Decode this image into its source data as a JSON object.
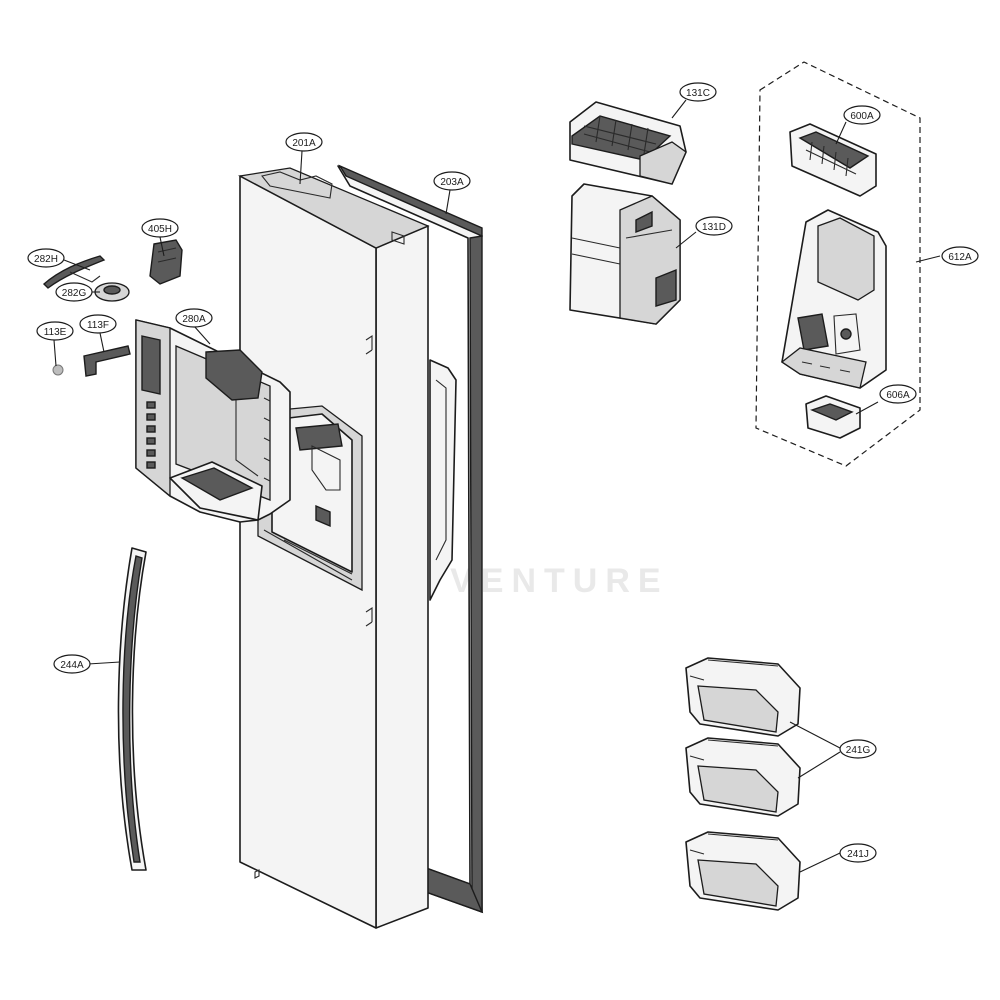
{
  "diagram": {
    "watermark": "SEA VENTURE",
    "labels": [
      {
        "id": "201A",
        "text": "201A"
      },
      {
        "id": "203A",
        "text": "203A"
      },
      {
        "id": "405H",
        "text": "405H"
      },
      {
        "id": "282H",
        "text": "282H"
      },
      {
        "id": "282G",
        "text": "282G"
      },
      {
        "id": "113E",
        "text": "113E"
      },
      {
        "id": "113F",
        "text": "113F"
      },
      {
        "id": "280A",
        "text": "280A"
      },
      {
        "id": "131C",
        "text": "131C"
      },
      {
        "id": "131D",
        "text": "131D"
      },
      {
        "id": "600A",
        "text": "600A"
      },
      {
        "id": "612A",
        "text": "612A"
      },
      {
        "id": "606A",
        "text": "606A"
      },
      {
        "id": "244A",
        "text": "244A"
      },
      {
        "id": "241G",
        "text": "241G"
      },
      {
        "id": "241J",
        "text": "241J"
      }
    ]
  }
}
